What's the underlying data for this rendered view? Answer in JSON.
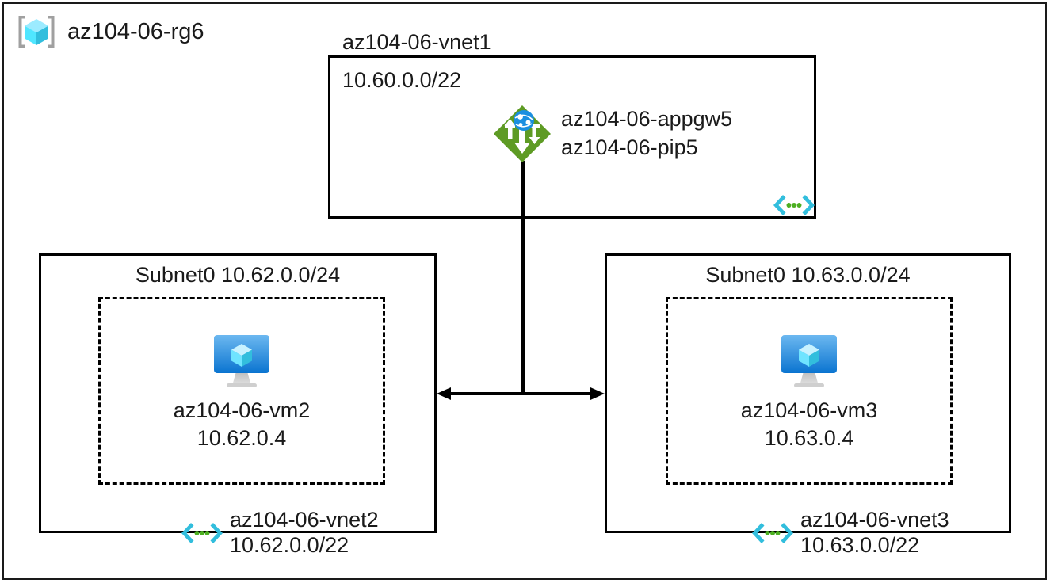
{
  "resource_group": {
    "name": "az104-06-rg6",
    "icon": "resource-group-cube-icon"
  },
  "colors": {
    "azure_blue": "#0078d4",
    "cube_cyan": "#50e6ff",
    "appgw_green": "#5e9b24",
    "peering_cyan": "#32bedd",
    "peering_dot_green": "#4caf21",
    "outline_black": "#000000",
    "text": "#1a1a1a"
  },
  "hub_vnet": {
    "name": "az104-06-vnet1",
    "cidr": "10.60.0.0/22",
    "appgw": {
      "icon": "application-gateway-icon",
      "line1": "az104-06-appgw5",
      "line2": "az104-06-pip5"
    },
    "peering_icon": "vnet-peering-icon"
  },
  "spoke_vnets": [
    {
      "subnet_title": "Subnet0 10.62.0.0/24",
      "vm": {
        "icon": "virtual-machine-icon",
        "name": "az104-06-vm2",
        "ip": "10.62.0.4"
      },
      "vnet_name": "az104-06-vnet2",
      "vnet_cidr": "10.62.0.0/22",
      "peering_icon": "vnet-peering-icon"
    },
    {
      "subnet_title": "Subnet0 10.63.0.0/24",
      "vm": {
        "icon": "virtual-machine-icon",
        "name": "az104-06-vm3",
        "ip": "10.63.0.4"
      },
      "vnet_name": "az104-06-vnet3",
      "vnet_cidr": "10.63.0.0/22",
      "peering_icon": "vnet-peering-icon"
    }
  ],
  "connectors": {
    "hub_downlink": "vertical-line-from-appgw",
    "peering_link": "bidirectional-arrow-between-spokes"
  }
}
